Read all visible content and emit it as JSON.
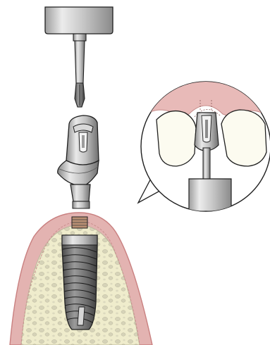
{
  "illustration": {
    "parts": [
      "screwdriver",
      "abutment-screw",
      "abutment",
      "dental-implant",
      "jaw-bone",
      "gingiva",
      "magnified-detail-callout",
      "front-teeth"
    ]
  },
  "colors": {
    "outline": "#1f1f1f",
    "metal_light": "#e6e6e6",
    "metal_mid": "#b3b3b3",
    "metal_dark": "#7a7a7a",
    "gum": "#e6b6b4",
    "gum_edge": "#c97f7d",
    "bone": "#efeccc",
    "bone_spot": "#d4d1b4",
    "tooth": "#fdfcf2",
    "background": "#ffffff"
  }
}
